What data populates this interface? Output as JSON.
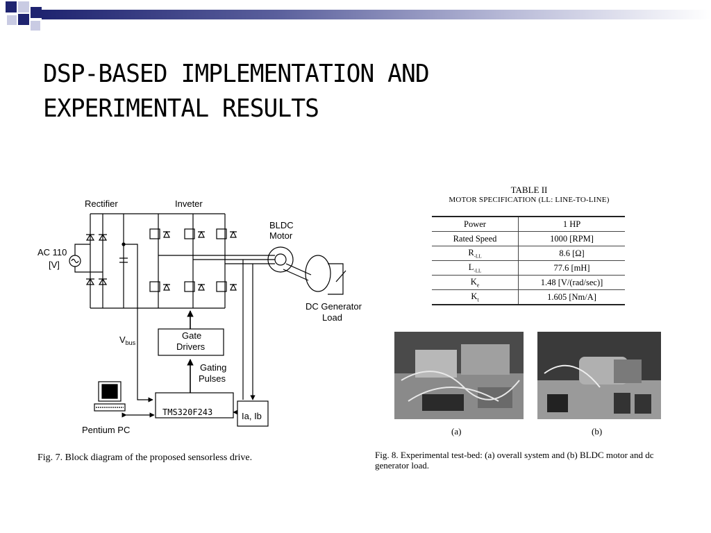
{
  "slide": {
    "title_lines": [
      "DSP-BASED IMPLEMENTATION AND",
      "EXPERIMENTAL RESULTS"
    ]
  },
  "diagram": {
    "labels": {
      "rectifier": "Rectifier",
      "inverter": "Inveter",
      "bldc_line1": "BLDC",
      "bldc_line2": "Motor",
      "ac_line1": "AC 110",
      "ac_line2": "[V]",
      "dcgen_line1": "DC Generator",
      "dcgen_line2": "Load",
      "vbus": "V",
      "vbus_sub": "bus",
      "gate_line1": "Gate",
      "gate_line2": "Drivers",
      "gating_line1": "Gating",
      "gating_line2": "Pulses",
      "dsp": "TMS320F243",
      "sensor": "Ia, Ib",
      "pc": "Pentium PC"
    },
    "caption": "Fig. 7.   Block diagram of the proposed sensorless drive."
  },
  "table": {
    "title": "TABLE  II",
    "subtitle": "MOTOR SPECIFICATION (LL: LINE-TO-LINE)",
    "rows": [
      {
        "param": "Power",
        "value": "1 HP"
      },
      {
        "param": "Rated Speed",
        "value": "1000 [RPM]"
      },
      {
        "param": "R",
        "sub": "-LL",
        "value": "8.6 [Ω]"
      },
      {
        "param": "L",
        "sub": "-LL",
        "value": "77.6 [mH]"
      },
      {
        "param": "K",
        "sub": "e",
        "value": "1.48 [V/(rad/sec)]"
      },
      {
        "param": "K",
        "sub": "t",
        "value": "1.605 [Nm/A]"
      }
    ]
  },
  "photos": {
    "a_label": "(a)",
    "b_label": "(b)",
    "caption_line1": "Fig. 8.   Experimental test-bed: (a) overall system and (b) BLDC motor and dc",
    "caption_line2": "generator load."
  }
}
